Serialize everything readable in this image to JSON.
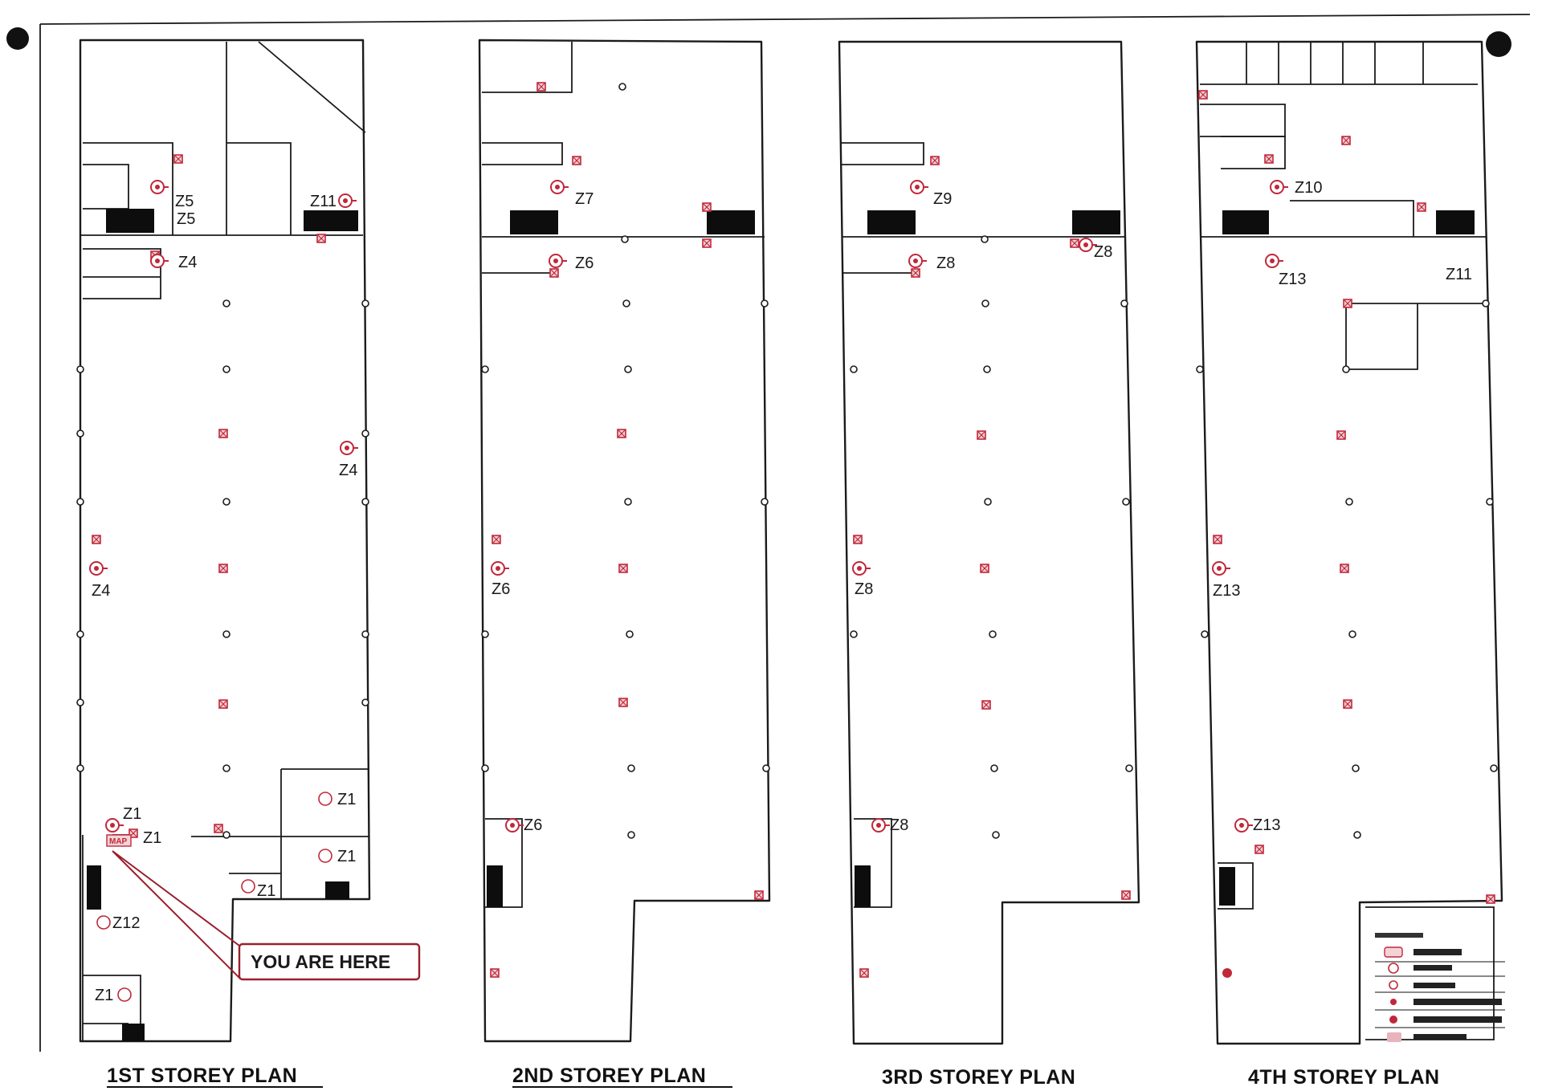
{
  "plans": [
    {
      "title": "1ST STOREY PLAN"
    },
    {
      "title": "2ND STOREY PLAN"
    },
    {
      "title": "3RD STOREY PLAN"
    },
    {
      "title": "4TH STOREY PLAN"
    }
  ],
  "you_are_here": "YOU ARE HERE",
  "zones": {
    "p1": [
      "Z5",
      "Z5",
      "Z4",
      "Z11",
      "Z4",
      "Z4",
      "Z1",
      "Z1",
      "Z1",
      "Z1",
      "Z1",
      "Z12",
      "Z1"
    ],
    "p2": [
      "Z7",
      "Z6",
      "Z6",
      "Z6"
    ],
    "p3": [
      "Z9",
      "Z8",
      "Z8",
      "Z8",
      "Z8"
    ],
    "p4": [
      "Z10",
      "Z13",
      "Z11",
      "Z13",
      "Z13"
    ]
  },
  "map_tag": "MAP",
  "colors": {
    "ink": "#1b1b1b",
    "marker": "#c0283a",
    "marker_fill": "#f3d3d7"
  },
  "legend": {
    "title_icon": "legend-heading",
    "rows": 6
  }
}
